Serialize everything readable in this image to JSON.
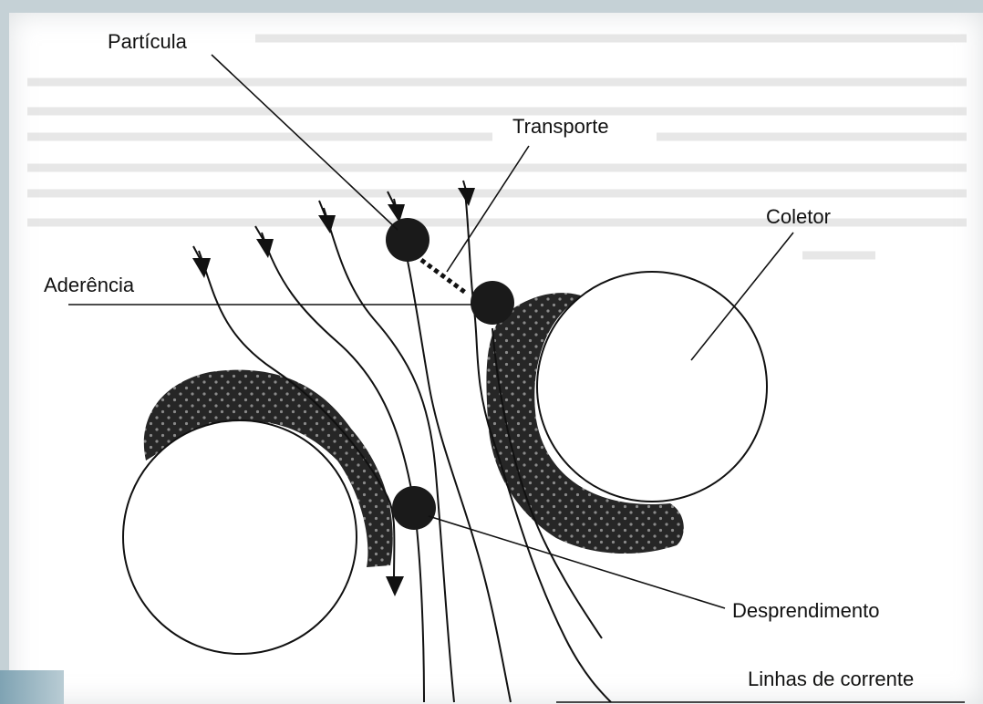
{
  "colors": {
    "ink": "#111111",
    "cake": "#262626",
    "dots": "#8a8a8a",
    "paper": "#ffffff",
    "frame": "#c5d1d6"
  },
  "labels": {
    "particula": "Partícula",
    "transporte": "Transporte",
    "coletor": "Coletor",
    "aderencia": "Aderência",
    "desprendimento": "Desprendimento",
    "linhas": "Linhas de corrente"
  }
}
